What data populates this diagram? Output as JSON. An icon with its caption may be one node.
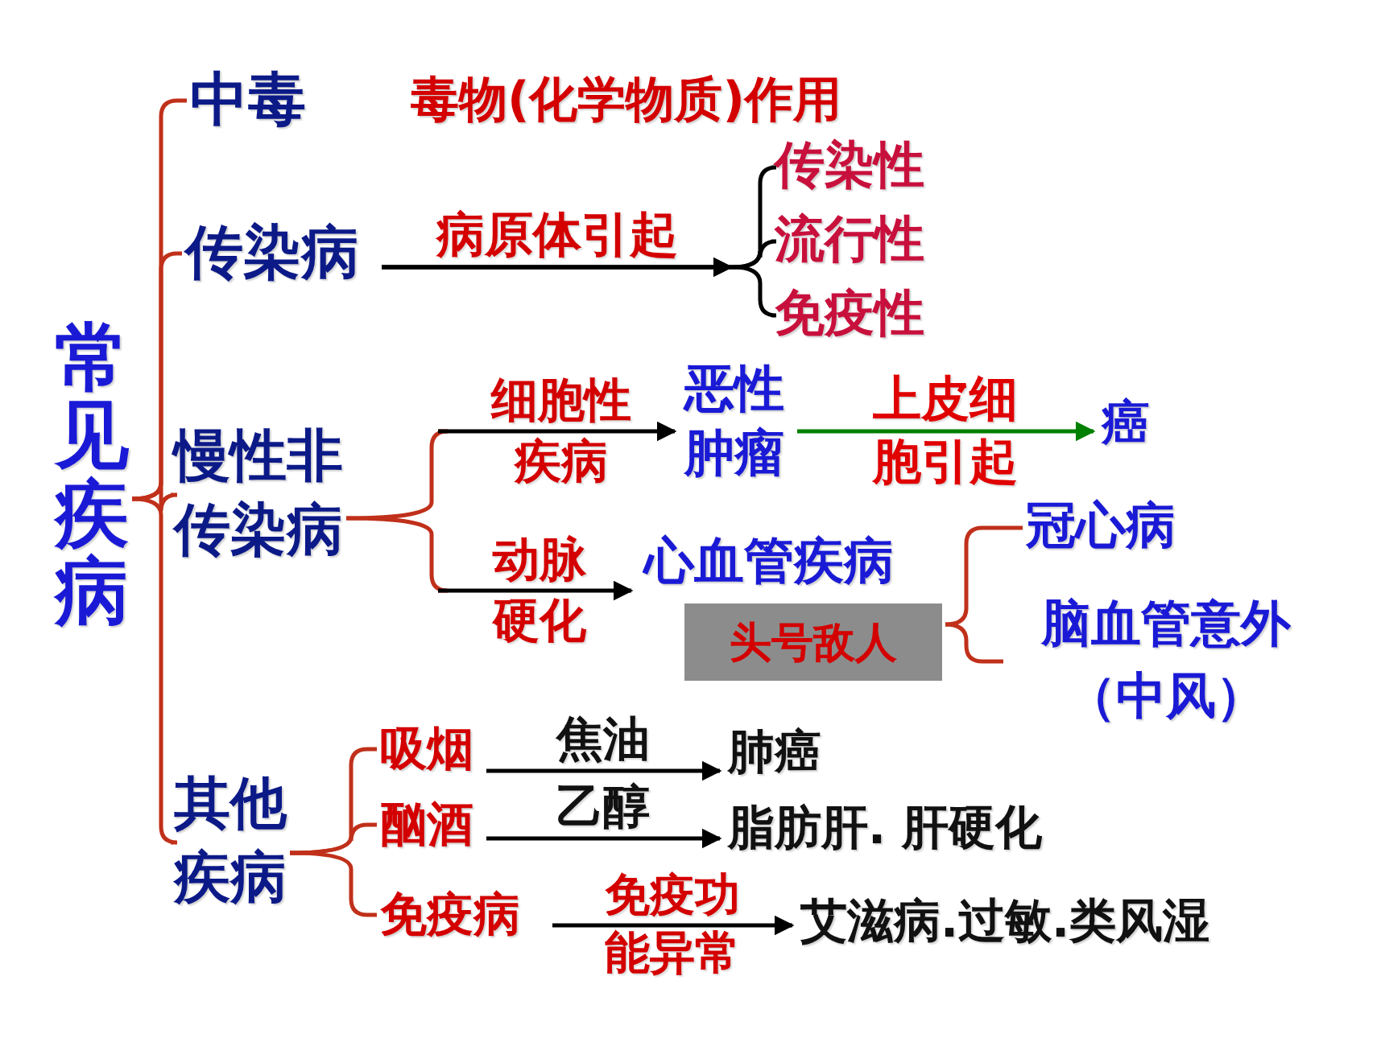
{
  "diagram": {
    "nodes": [
      {
        "text": [
          "常见疾病"
        ]
      },
      {
        "text": [
          "中毒"
        ]
      },
      {
        "text": [
          "传染病"
        ]
      },
      {
        "text": [
          "传染性"
        ]
      },
      {
        "text": [
          "流行性"
        ]
      },
      {
        "text": [
          "免疫性"
        ]
      },
      {
        "text": [
          "慢性非传染病"
        ]
      },
      {
        "text": [
          "恶性肿瘤"
        ]
      },
      {
        "text": [
          "癌"
        ]
      },
      {
        "text": [
          "心血管疾病"
        ]
      },
      {
        "text": [
          "头号敌人"
        ]
      },
      {
        "text": [
          "冠心病"
        ]
      },
      {
        "text": [
          "脑血管意外（中风）"
        ]
      },
      {
        "text": [
          "其他疾病"
        ]
      },
      {
        "text": [
          "吸烟"
        ]
      },
      {
        "text": [
          "酗酒"
        ]
      },
      {
        "text": [
          "免疫病"
        ]
      },
      {
        "text": [
          "肺癌"
        ]
      },
      {
        "text": [
          "脂肪肝. 肝硬化"
        ]
      },
      {
        "text": [
          "艾滋病.过敏.类风湿"
        ]
      }
    ],
    "edges": [
      {
        "from": 0,
        "to": 1,
        "arrow": "none"
      },
      {
        "from": 0,
        "to": 2,
        "arrow": "none"
      },
      {
        "from": 0,
        "to": 6,
        "arrow": "none"
      },
      {
        "from": 0,
        "to": 13,
        "arrow": "none"
      },
      {
        "from": 2,
        "to": 3,
        "arrow": "to",
        "label": "病原体引起",
        "color": "#000000"
      },
      {
        "from": 2,
        "to": 4,
        "arrow": "to",
        "color": "#000000"
      },
      {
        "from": 2,
        "to": 5,
        "arrow": "to",
        "color": "#000000"
      },
      {
        "from": 6,
        "to": 7,
        "arrow": "to",
        "label": "细胞性疾病",
        "color": "#000000"
      },
      {
        "from": 6,
        "to": 9,
        "arrow": "to",
        "label": "动脉硬化",
        "color": "#000000"
      },
      {
        "from": 7,
        "to": 8,
        "arrow": "to",
        "label": "上皮细胞引起",
        "color": "#008000"
      },
      {
        "from": 10,
        "to": 11,
        "arrow": "none"
      },
      {
        "from": 10,
        "to": 12,
        "arrow": "none"
      },
      {
        "from": 13,
        "to": 14,
        "arrow": "none"
      },
      {
        "from": 13,
        "to": 15,
        "arrow": "none"
      },
      {
        "from": 13,
        "to": 16,
        "arrow": "none"
      },
      {
        "from": 14,
        "to": 17,
        "arrow": "to",
        "label": "焦油",
        "color": "#000000"
      },
      {
        "from": 15,
        "to": 18,
        "arrow": "to",
        "label": "乙醇",
        "color": "#000000"
      },
      {
        "from": 16,
        "to": 19,
        "arrow": "to",
        "label": "免疫功能异常",
        "color": "#000000"
      }
    ],
    "labels": [
      "毒物(化学物质)作用"
    ]
  }
}
